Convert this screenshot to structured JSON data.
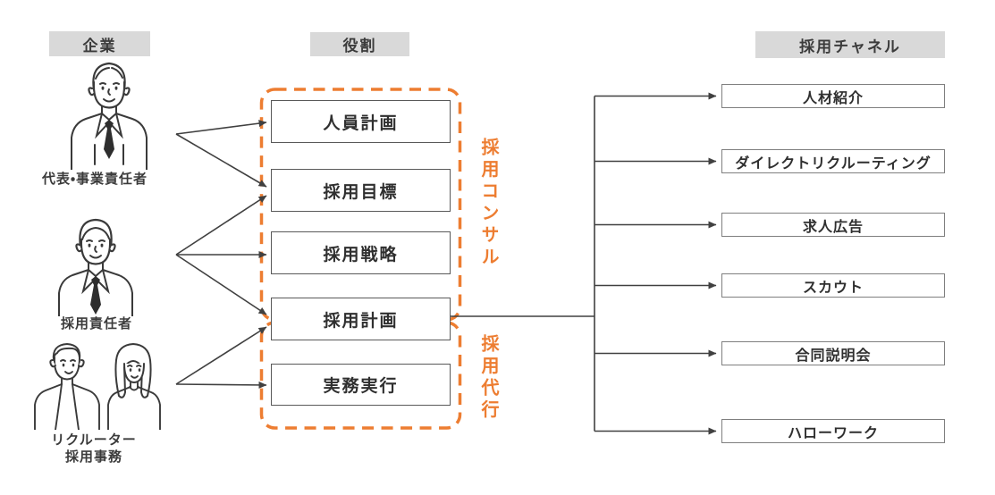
{
  "diagram": {
    "headers": {
      "company": "企業",
      "roles": "役割",
      "channels": "採用チャネル"
    },
    "company": {
      "members": [
        {
          "label": "代表・事業責任者"
        },
        {
          "label": "採用責任者"
        },
        {
          "label_line1": "リクルーター",
          "label_line2": "採用事務"
        }
      ]
    },
    "roles": {
      "items": [
        "人員計画",
        "採用目標",
        "採用戦略",
        "採用計画",
        "実務実行"
      ]
    },
    "groups": [
      {
        "label": "採用コンサル"
      },
      {
        "label": "採用代行"
      }
    ],
    "channels": {
      "items": [
        "人材紹介",
        "ダイレクトリクルーティング",
        "求人広告",
        "スカウト",
        "合同説明会",
        "ハローワーク"
      ]
    },
    "connections": {
      "members_to_roles": [
        {
          "from": "代表・事業責任者",
          "to": [
            "人員計画",
            "採用目標"
          ]
        },
        {
          "from": "採用責任者",
          "to": [
            "採用目標",
            "採用戦略",
            "採用計画"
          ]
        },
        {
          "from": "リクルーター・採用事務",
          "to": [
            "採用計画",
            "実務実行"
          ]
        }
      ],
      "role_to_channels": {
        "from": "採用計画",
        "to": [
          "人材紹介",
          "ダイレクトリクルーティング",
          "求人広告",
          "スカウト",
          "合同説明会",
          "ハローワーク"
        ]
      }
    },
    "colors": {
      "accent_orange": "#ED7D31",
      "header_bg": "#D9D9D9",
      "connector_line": "#404040",
      "role_box_border": "#595959",
      "channel_box_border": "#7F7F7F",
      "text": "#3B3B3B"
    }
  }
}
